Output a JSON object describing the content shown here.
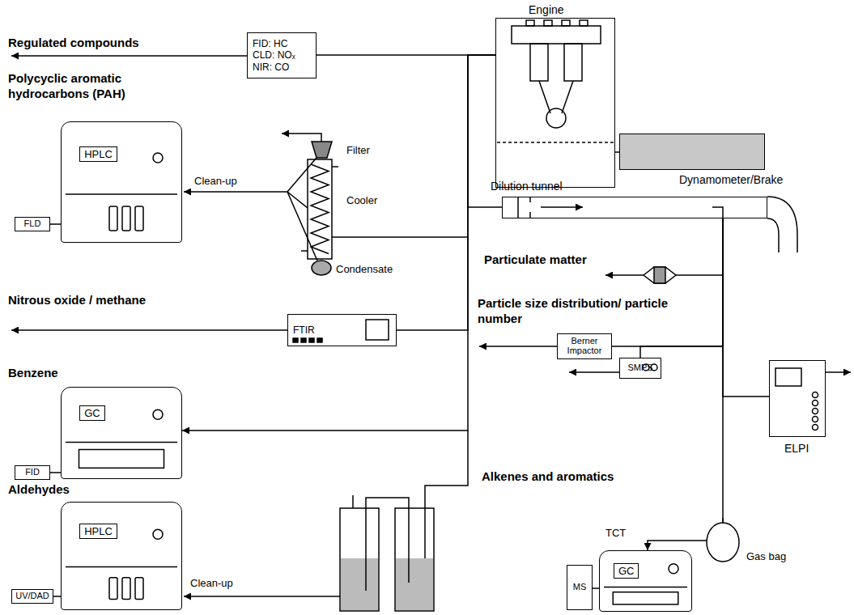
{
  "diagram": {
    "nodes": [
      {
        "text": [
          "Engine"
        ]
      },
      {
        "text": [
          "FID: HC",
          "CLD: NOₓ",
          "NIR: CO"
        ]
      },
      {
        "text": [
          "Dynamometer/Brake"
        ]
      },
      {
        "text": [
          "HPLC"
        ]
      },
      {
        "text": [
          "FLD"
        ]
      },
      {
        "text": [
          "Dilution tunnel"
        ]
      },
      {
        "text": [
          "FTIR"
        ]
      },
      {
        "text": [
          "Berner Impactor"
        ]
      },
      {
        "text": [
          "SMPS"
        ]
      },
      {
        "text": [
          "GC"
        ]
      },
      {
        "text": [
          "FID"
        ]
      },
      {
        "text": [
          "ELPI"
        ]
      },
      {
        "text": [
          "HPLC"
        ]
      },
      {
        "text": [
          "UV/DAD"
        ]
      },
      {
        "text": [
          "GC"
        ]
      },
      {
        "text": [
          "MS"
        ]
      }
    ],
    "edges": [
      {
        "from": 0,
        "to": 1,
        "arrow": "none"
      },
      {
        "from": 0,
        "to": 2,
        "arrow": "none"
      },
      {
        "from": 0,
        "to": 5,
        "arrow": "none"
      },
      {
        "from": 0,
        "to": 6,
        "arrow": "none"
      },
      {
        "from": 0,
        "to": 9,
        "arrow": "to"
      },
      {
        "from": 4,
        "to": 3,
        "arrow": "none"
      },
      {
        "from": 10,
        "to": 9,
        "arrow": "none"
      },
      {
        "from": 13,
        "to": 12,
        "arrow": "none"
      },
      {
        "from": 15,
        "to": 14,
        "arrow": "none"
      },
      {
        "from": 5,
        "to": 7,
        "arrow": "none"
      },
      {
        "from": 5,
        "to": 8,
        "arrow": "none"
      },
      {
        "from": 5,
        "to": 11,
        "arrow": "none"
      },
      {
        "from": 5,
        "to": 14,
        "arrow": "to",
        "label": "TCT"
      }
    ],
    "labels": [
      "Regulated compounds",
      "Polycyclic aromatic hydrocarbons (PAH)",
      "Clean-up",
      "Filter",
      "Cooler",
      "Condensate",
      "Particulate matter",
      "Nitrous oxide / methane",
      "Particle size distribution/ particle number",
      "Benzene",
      "Aldehydes",
      "Alkenes and aromatics",
      "Clean-up",
      "Gas bag"
    ]
  }
}
